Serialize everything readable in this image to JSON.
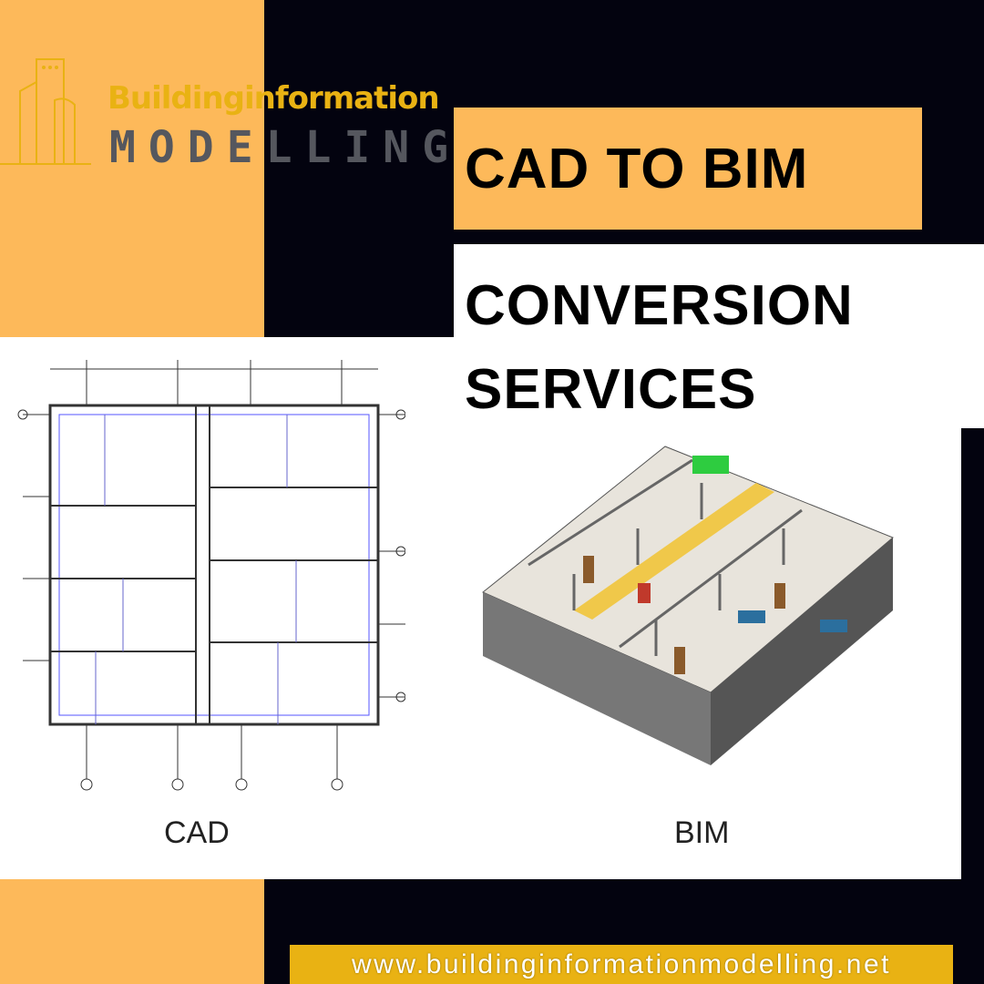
{
  "logo": {
    "line1": "Buildinginformation",
    "line2": "MODELLING"
  },
  "title": {
    "line1": "CAD TO BIM",
    "line2": "CONVERSION",
    "line3": "SERVICES"
  },
  "images": {
    "cad_caption": "CAD",
    "bim_caption": "BIM"
  },
  "footer": {
    "url": "www.buildinginformationmodelling.net"
  },
  "colors": {
    "orange": "#fdb95a",
    "navy": "#03030f",
    "gold": "#e9b213",
    "gray": "#55575e"
  }
}
